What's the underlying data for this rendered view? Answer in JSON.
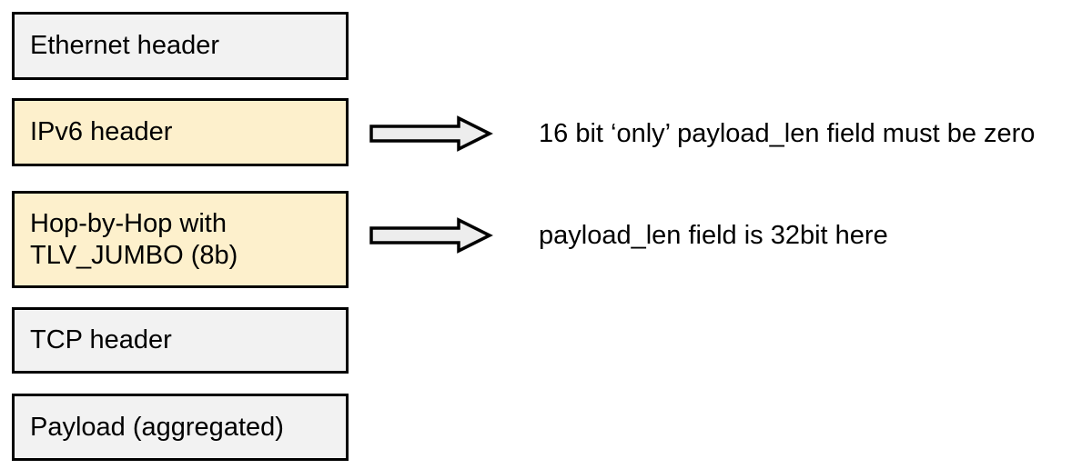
{
  "diagram": {
    "type": "packet-structure-diagram",
    "boxes": [
      {
        "label": "Ethernet header",
        "fill": "#F2F2F2",
        "highlighted": false
      },
      {
        "label": "IPv6 header",
        "fill": "#FDF0CC",
        "highlighted": true
      },
      {
        "label": "Hop-by-Hop with\nTLV_JUMBO (8b)",
        "fill": "#FDF0CC",
        "highlighted": true
      },
      {
        "label": "TCP header",
        "fill": "#F2F2F2",
        "highlighted": false
      },
      {
        "label": "Payload (aggregated)",
        "fill": "#F2F2F2",
        "highlighted": false
      }
    ],
    "annotations": [
      {
        "text": "16 bit ‘only’ payload_len field must be zero",
        "points_from": "IPv6 header"
      },
      {
        "text": "payload_len field is 32bit here",
        "points_from": "Hop-by-Hop with TLV_JUMBO (8b)"
      }
    ],
    "icons": [
      {
        "name": "right-block-arrow-icon",
        "count": 2
      }
    ],
    "colors": {
      "background": "#FFFFFF",
      "box_border": "#000000",
      "gray_fill": "#F2F2F2",
      "yellow_fill": "#FDF0CC",
      "arrow_fill": "#EDEDED",
      "arrow_border": "#000000",
      "text": "#000000"
    }
  }
}
